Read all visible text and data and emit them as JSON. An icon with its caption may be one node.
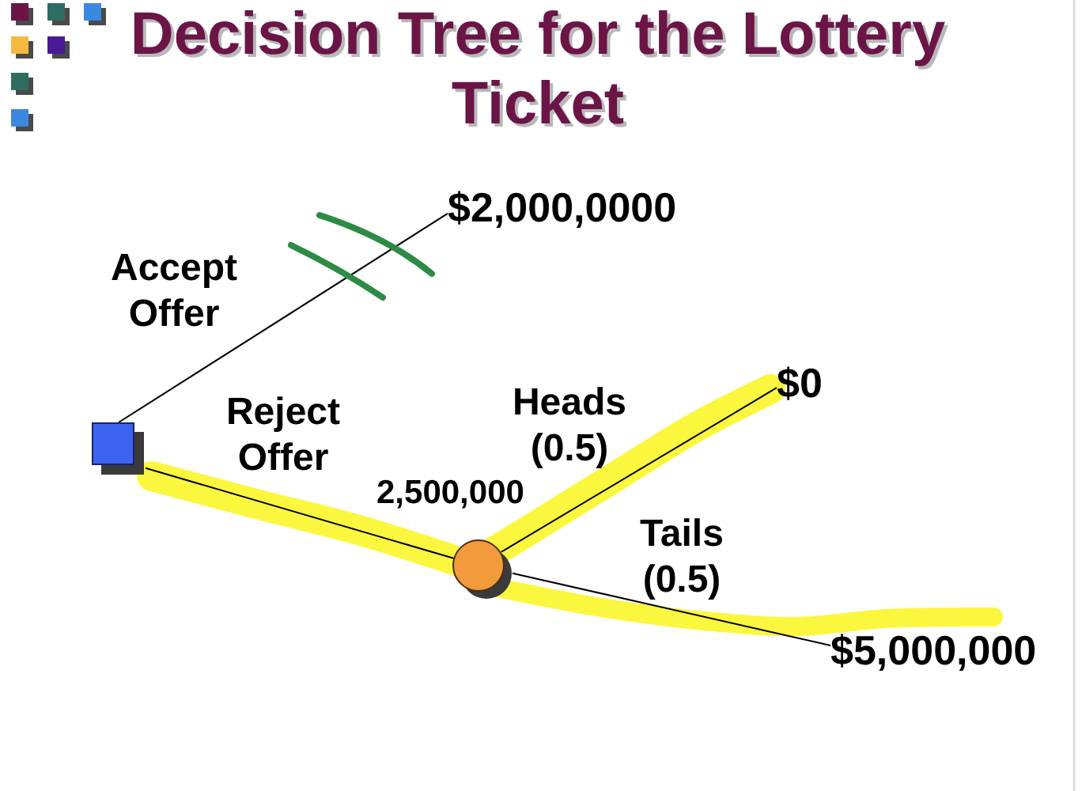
{
  "diagram": {
    "title": "Decision Tree for the Lottery Ticket",
    "nodes": [
      {
        "text": [],
        "shape": "box"
      },
      {
        "text": [
          "$2,000,0000"
        ]
      },
      {
        "text": [],
        "shape": "circle",
        "beside": [
          "2,500,000"
        ]
      },
      {
        "text": [
          "$0"
        ]
      },
      {
        "text": [
          "$5,000,000"
        ]
      }
    ],
    "edges": [
      {
        "from": 0,
        "to": 1,
        "arrow": "none",
        "label": "Accept Offer"
      },
      {
        "from": 0,
        "to": 2,
        "arrow": "none",
        "label": "Reject Offer"
      },
      {
        "from": 2,
        "to": 3,
        "arrow": "none",
        "label": "Heads (0.5)"
      },
      {
        "from": 2,
        "to": 4,
        "arrow": "none",
        "label": "Tails (0.5)"
      }
    ]
  }
}
